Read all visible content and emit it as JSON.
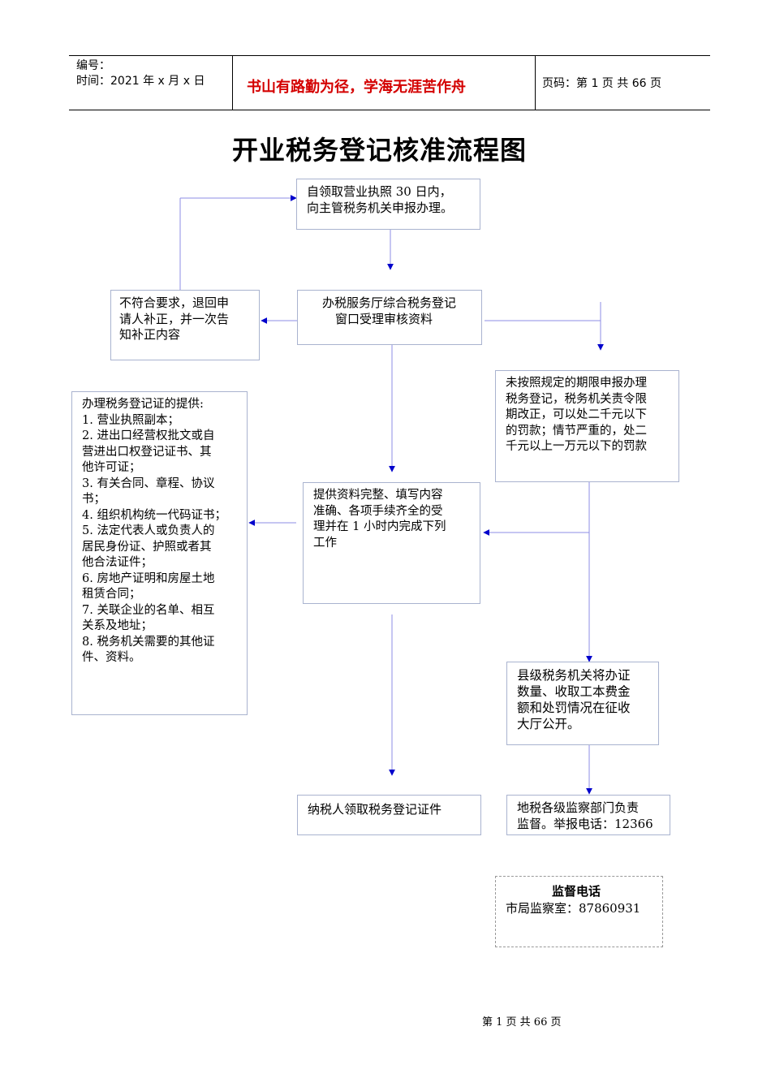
{
  "header": {
    "number_label": "编号：",
    "time_label": "时间：2021 年 x 月 x 日",
    "motto": "书山有路勤为径，学海无涯苦作舟",
    "page_label": "页码：第 1 页  共 66 页"
  },
  "title": "开业税务登记核准流程图",
  "boxes": {
    "apply": [
      "自领取营业执照 30 日内，",
      "向主管税务机关申报办理。"
    ],
    "review": [
      "办税服务厅综合税务登记",
      "窗口受理审核资料"
    ],
    "reject": [
      "不符合要求，退回申",
      "请人补正，并一次告",
      "知补正内容"
    ],
    "penalty": [
      "未按照规定的期限申报办理",
      "税务登记，税务机关责令限",
      "期改正，可以处二千元以下",
      "的罚款；情节严重的，处二",
      "千元以上一万元以下的罚款"
    ],
    "docs": [
      "办理税务登记证的提供:",
      "1. 营业执照副本；",
      "2. 进出口经营权批文或自",
      "营进出口权登记证书、其",
      "他许可证；",
      "3. 有关合同、章程、协议",
      "书；",
      "4. 组织机构统一代码证书；",
      "5. 法定代表人或负责人的",
      "居民身份证、护照或者其",
      "他合法证件；",
      "6. 房地产证明和房屋土地",
      "租赁合同；",
      "7. 关联企业的名单、相互",
      "关系及地址；",
      "8. 税务机关需要的其他证",
      "件、资料。"
    ],
    "complete": [
      "提供资料完整、填写内容",
      "准确、各项手续齐全的受",
      "理并在 1 小时内完成下列",
      "工作"
    ],
    "publicize": [
      "县级税务机关将办证",
      "数量、收取工本费金",
      "额和处罚情况在征收",
      "大厅公开。"
    ],
    "receive": [
      "纳税人领取税务登记证件"
    ],
    "supervise": [
      "地税各级监察部门负责",
      "监督。举报电话：12366"
    ]
  },
  "hotline": {
    "title": "监督电话",
    "line": "市局监察室：87860931"
  },
  "footer": "第  1  页  共  66  页",
  "colors": {
    "motto": "#d40000",
    "arrow": "#0000cc",
    "connector": "#8e8ee6"
  }
}
